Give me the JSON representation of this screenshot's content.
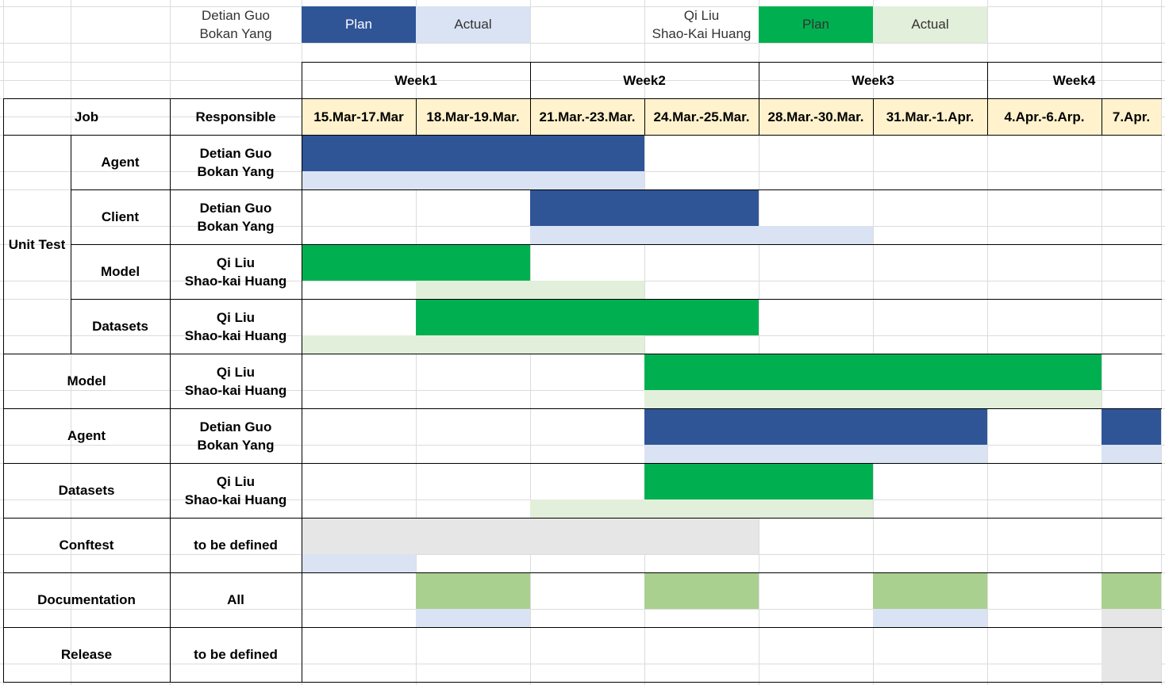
{
  "legend": {
    "group1": {
      "names": "Detian Guo\nBokan Yang",
      "plan_label": "Plan",
      "actual_label": "Actual",
      "plan_color": "#2f5597",
      "actual_color": "#dae3f3"
    },
    "group2": {
      "names": "Qi Liu\nShao-Kai Huang",
      "plan_label": "Plan",
      "actual_label": "Actual",
      "plan_color": "#00b050",
      "actual_color": "#e2efda"
    }
  },
  "weeks": [
    "Week1",
    "Week2",
    "Week3",
    "Week4"
  ],
  "header": {
    "job": "Job",
    "responsible": "Responsible"
  },
  "dates": [
    "15.Mar-17.Mar",
    "18.Mar-19.Mar.",
    "21.Mar.-23.Mar.",
    "24.Mar.-25.Mar.",
    "28.Mar.-30.Mar.",
    "31.Mar.-1.Apr.",
    "4.Apr.-6.Arp.",
    "7.Apr."
  ],
  "unit_test_label": "Unit Test",
  "rows": [
    {
      "job": "Agent",
      "responsible": "Detian Guo\nBokan Yang",
      "group": "unit"
    },
    {
      "job": "Client",
      "responsible": "Detian Guo\nBokan Yang",
      "group": "unit"
    },
    {
      "job": "Model",
      "responsible": "Qi Liu\nShao-kai Huang",
      "group": "unit"
    },
    {
      "job": "Datasets",
      "responsible": "Qi Liu\nShao-kai Huang",
      "group": "unit"
    },
    {
      "job": "Model",
      "responsible": "Qi Liu\nShao-kai Huang",
      "group": "main"
    },
    {
      "job": "Agent",
      "responsible": "Detian Guo\nBokan Yang",
      "group": "main"
    },
    {
      "job": "Datasets",
      "responsible": "Qi Liu\nShao-kai Huang",
      "group": "main"
    },
    {
      "job": "Conftest",
      "responsible": "to be defined",
      "group": "main"
    },
    {
      "job": "Documentation",
      "responsible": "All",
      "group": "main"
    },
    {
      "job": "Release",
      "responsible": "to be defined",
      "group": "main"
    }
  ],
  "bar_colors": {
    "plan_blue": "#2f5597",
    "actual_blue": "#dae3f3",
    "plan_green": "#00b050",
    "actual_green": "#e2efda",
    "doc_green": "#a9d08e",
    "undefined_gray": "#e7e6e6"
  },
  "bars": [
    {
      "row": 0,
      "kind": "plan",
      "color": "plan_blue",
      "start": 0,
      "end": 3
    },
    {
      "row": 0,
      "kind": "actual",
      "color": "actual_blue",
      "start": 0,
      "end": 3
    },
    {
      "row": 1,
      "kind": "plan",
      "color": "plan_blue",
      "start": 2,
      "end": 4
    },
    {
      "row": 1,
      "kind": "actual",
      "color": "actual_blue",
      "start": 2,
      "end": 5
    },
    {
      "row": 2,
      "kind": "plan",
      "color": "plan_green",
      "start": 0,
      "end": 2
    },
    {
      "row": 2,
      "kind": "actual",
      "color": "actual_green",
      "start": 1,
      "end": 3
    },
    {
      "row": 3,
      "kind": "plan",
      "color": "plan_green",
      "start": 1,
      "end": 4
    },
    {
      "row": 3,
      "kind": "actual",
      "color": "actual_green",
      "start": 0,
      "end": 3
    },
    {
      "row": 4,
      "kind": "plan",
      "color": "plan_green",
      "start": 3,
      "end": 7
    },
    {
      "row": 4,
      "kind": "actual",
      "color": "actual_green",
      "start": 3,
      "end": 7
    },
    {
      "row": 5,
      "kind": "plan",
      "color": "plan_blue",
      "start": 3,
      "end": 6
    },
    {
      "row": 5,
      "kind": "plan",
      "color": "plan_blue",
      "start": 7,
      "end": 8
    },
    {
      "row": 5,
      "kind": "actual",
      "color": "actual_blue",
      "start": 3,
      "end": 6
    },
    {
      "row": 5,
      "kind": "actual",
      "color": "actual_blue",
      "start": 7,
      "end": 8
    },
    {
      "row": 6,
      "kind": "plan",
      "color": "plan_green",
      "start": 3,
      "end": 5
    },
    {
      "row": 6,
      "kind": "actual",
      "color": "actual_green",
      "start": 2,
      "end": 5
    },
    {
      "row": 7,
      "kind": "plan",
      "color": "undefined_gray",
      "start": 0,
      "end": 4
    },
    {
      "row": 7,
      "kind": "actual",
      "color": "actual_blue",
      "start": 0,
      "end": 1
    },
    {
      "row": 8,
      "kind": "plan",
      "color": "doc_green",
      "start": 1,
      "end": 2
    },
    {
      "row": 8,
      "kind": "plan",
      "color": "doc_green",
      "start": 3,
      "end": 4
    },
    {
      "row": 8,
      "kind": "plan",
      "color": "doc_green",
      "start": 5,
      "end": 6
    },
    {
      "row": 8,
      "kind": "plan",
      "color": "doc_green",
      "start": 7,
      "end": 8
    },
    {
      "row": 8,
      "kind": "actual",
      "color": "actual_blue",
      "start": 1,
      "end": 2
    },
    {
      "row": 8,
      "kind": "actual",
      "color": "actual_blue",
      "start": 5,
      "end": 6
    },
    {
      "row": 8,
      "kind": "actual",
      "color": "undefined_gray",
      "start": 7,
      "end": 8
    },
    {
      "row": 9,
      "kind": "plan",
      "color": "undefined_gray",
      "start": 7,
      "end": 8
    },
    {
      "row": 9,
      "kind": "actual",
      "color": "undefined_gray",
      "start": 7,
      "end": 8
    }
  ]
}
